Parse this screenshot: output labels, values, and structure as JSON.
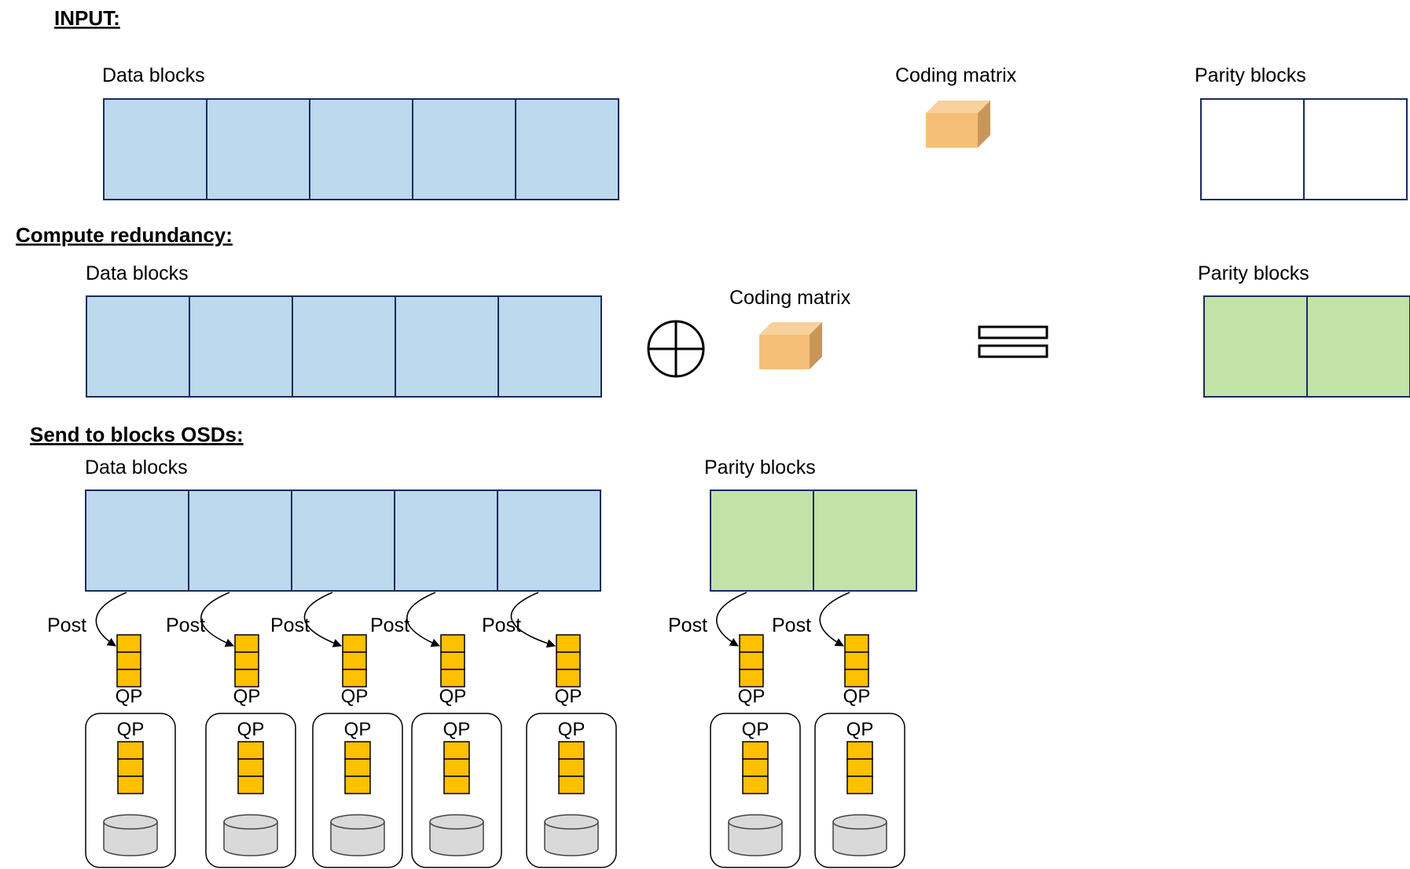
{
  "sections": {
    "input": {
      "heading": "INPUT:",
      "data_blocks_label": "Data blocks",
      "coding_matrix_label": "Coding matrix",
      "parity_blocks_label": "Parity blocks"
    },
    "compute": {
      "heading": "Compute redundancy:",
      "data_blocks_label": "Data blocks",
      "coding_matrix_label": "Coding matrix",
      "parity_blocks_label": "Parity blocks"
    },
    "send": {
      "heading": "Send to blocks OSDs:",
      "data_blocks_label": "Data blocks",
      "parity_blocks_label": "Parity blocks"
    }
  },
  "counts": {
    "data_blocks": 5,
    "parity_blocks": 2
  },
  "post_label": "Post",
  "qp_label": "QP",
  "colors": {
    "data_block_fill": "#bcd9ee",
    "parity_block_fill": "#c1e3a8",
    "empty_parity_fill": "#ffffff",
    "block_border": "#1a2a5e",
    "queue_fill": "#ffc000",
    "cube_front": "#f5bf78",
    "cube_top": "#f8d19c",
    "cube_side": "#c9965a",
    "disk_fill": "#d9d9d9"
  },
  "icons": [
    "xor-icon",
    "equals-icon",
    "coding-matrix-cube-icon",
    "queue-pair-icon",
    "disk-icon",
    "post-arrow-icon"
  ]
}
